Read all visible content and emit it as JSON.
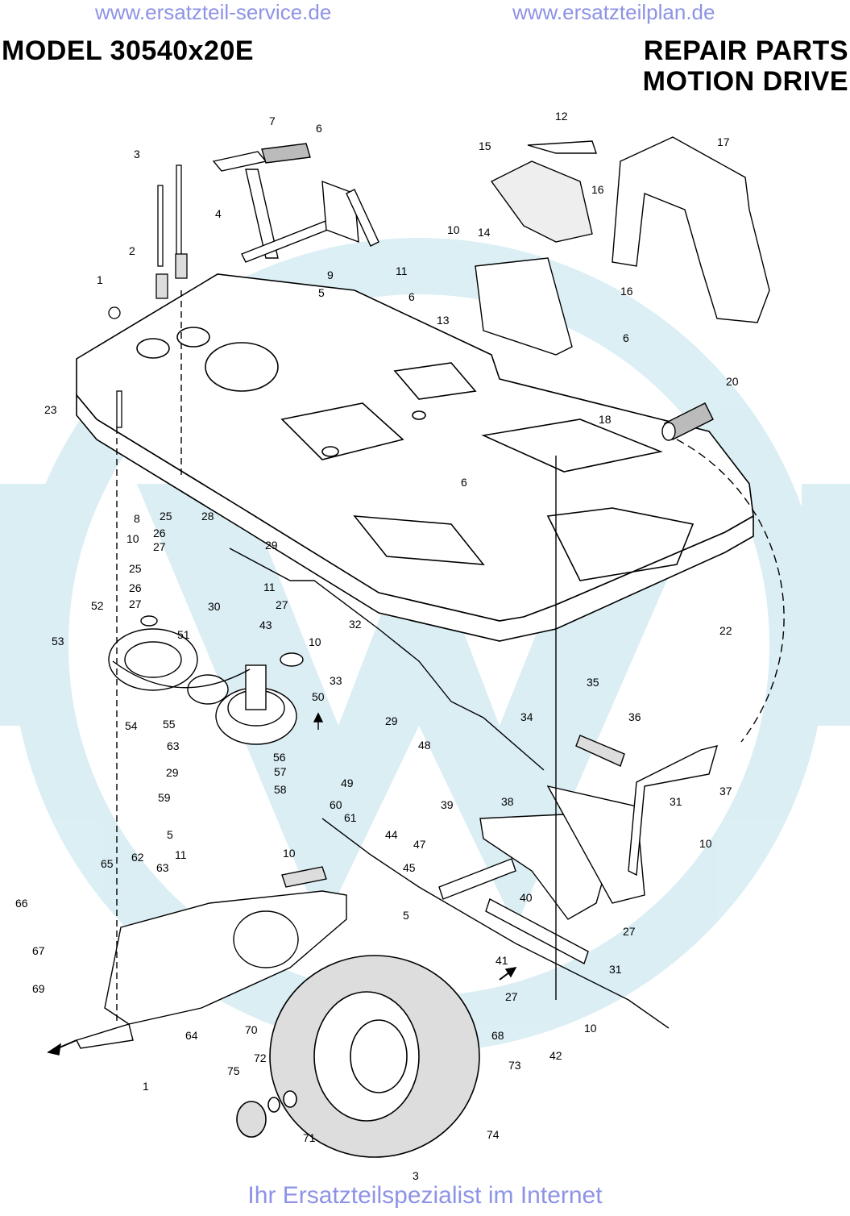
{
  "header": {
    "link_left": "www.ersatzteil-service.de",
    "link_right": "www.ersatzteilplan.de",
    "model_title": "MODEL 30540x20E",
    "section_title_1": "REPAIR PARTS",
    "section_title_2": "MOTION DRIVE"
  },
  "diagram": {
    "part_labels": [
      "1",
      "2",
      "3",
      "4",
      "5",
      "6",
      "7",
      "8",
      "9",
      "10",
      "11",
      "12",
      "13",
      "14",
      "15",
      "16",
      "17",
      "18",
      "20",
      "22",
      "23",
      "25",
      "26",
      "27",
      "28",
      "29",
      "30",
      "31",
      "32",
      "33",
      "34",
      "35",
      "36",
      "37",
      "38",
      "39",
      "40",
      "41",
      "42",
      "43",
      "44",
      "45",
      "47",
      "48",
      "49",
      "50",
      "51",
      "52",
      "53",
      "54",
      "55",
      "56",
      "57",
      "58",
      "59",
      "60",
      "61",
      "62",
      "63",
      "64",
      "65",
      "66",
      "67",
      "68",
      "69",
      "70",
      "71",
      "72",
      "73",
      "74",
      "75"
    ]
  },
  "footer": {
    "page_number": "3",
    "tagline": "Ihr Ersatzteilspezialist im Internet"
  }
}
